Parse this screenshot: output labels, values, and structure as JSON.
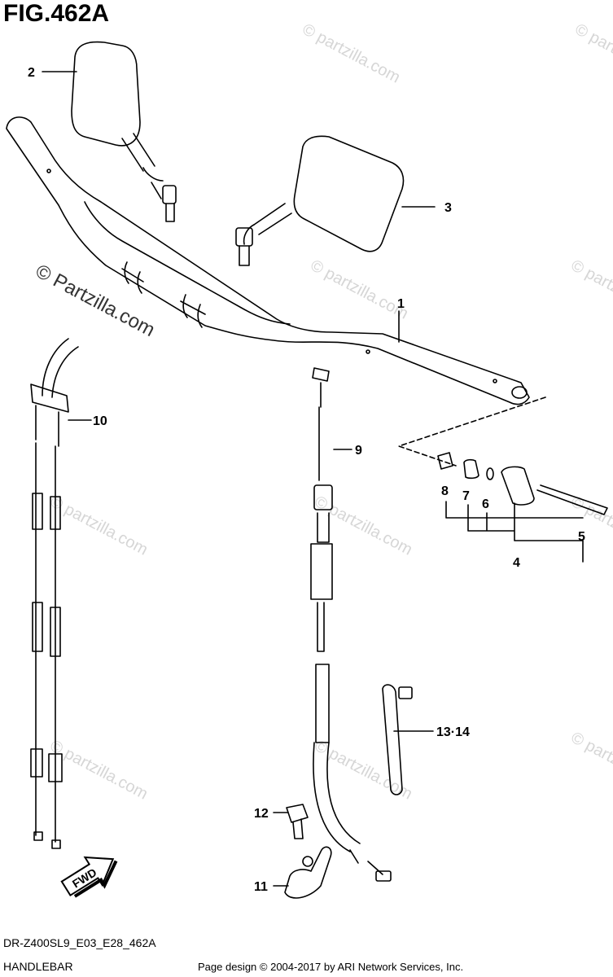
{
  "figure": {
    "title": "FIG.462A",
    "code": "DR-Z400SL9_E03_E28_462A",
    "name": "HANDLEBAR"
  },
  "watermark": {
    "text": "© Partzilla.com",
    "tile_text": "© partzilla.com"
  },
  "footer": {
    "credit": "Page design © 2004-2017 by ARI Network Services, Inc."
  },
  "callouts": {
    "p1": "1",
    "p2": "2",
    "p3": "3",
    "p4": "4",
    "p5": "5",
    "p6": "6",
    "p7": "7",
    "p8": "8",
    "p9": "9",
    "p10": "10",
    "p11": "11",
    "p12": "12",
    "p13_14": "13·14"
  },
  "fwd_label": "FWD"
}
